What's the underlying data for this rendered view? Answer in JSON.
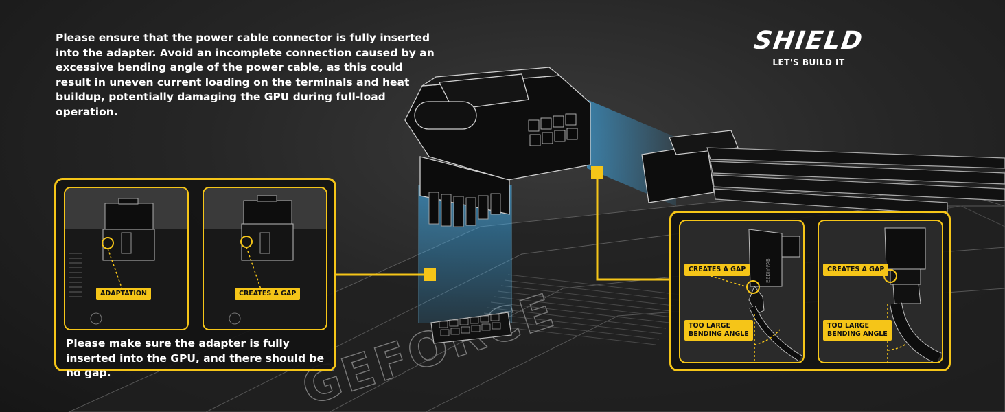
{
  "intro_text": "Please ensure that the power cable connector is fully inserted into the adapter. Avoid an incomplete connection caused by an excessive bending angle of the power cable, as this could result in uneven current loading on the terminals and heat buildup, potentially damaging the GPU during full-load operation.",
  "brand": {
    "name": "SHIELD",
    "tagline": "LET'S BUILD IT"
  },
  "left_panel": {
    "caption": "Please make sure the adapter is fully inserted into the GPU, and there should be no gap.",
    "insets": [
      {
        "label": "ADAPTATION"
      },
      {
        "label": "CREATES A GAP"
      }
    ]
  },
  "right_panel": {
    "insets": [
      {
        "gap_label": "CREATES A GAP",
        "angle_label_1": "TOO LARGE",
        "angle_label_2": "BENDING ANGLE",
        "connector_text": "EZDIY-FAB"
      },
      {
        "gap_label": "CREATES A GAP",
        "angle_label_1": "TOO LARGE",
        "angle_label_2": "BENDING ANGLE"
      }
    ]
  },
  "gpu_text": "GEFORCE",
  "colors": {
    "accent": "#f5c518",
    "glow": "#3fb8ff",
    "background": "#1b1b1b"
  }
}
